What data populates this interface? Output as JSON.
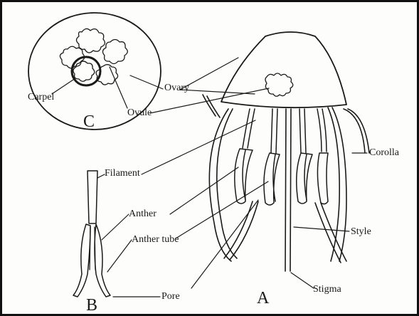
{
  "labels": {
    "ovary": "Ovary",
    "ovule": "Ovule",
    "carpel": "Carpel",
    "corolla": "Corolla",
    "filament": "Filament",
    "anther": "Anther",
    "anther_tube": "Anther tube",
    "style": "Style",
    "pore": "Pore",
    "stigma": "Stigma"
  },
  "panels": {
    "a": "A",
    "b": "B",
    "c": "C"
  },
  "colors": {
    "ink": "#1a1a1a",
    "background": "#fdfdfb",
    "frame": "#111111"
  }
}
